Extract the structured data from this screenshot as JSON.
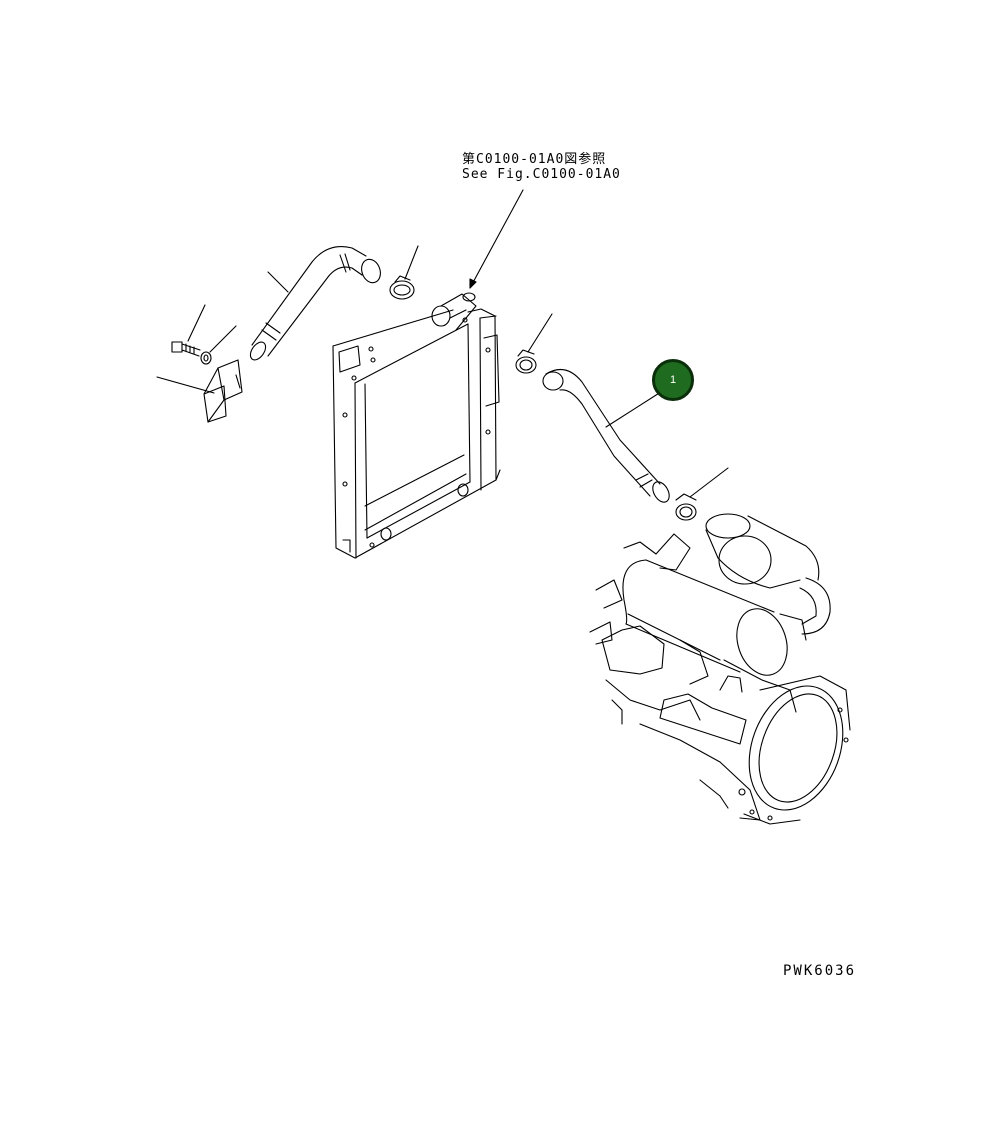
{
  "reference": {
    "line_jp": "第C0100-01A0図参照",
    "line_en": "See Fig.C0100-01A0"
  },
  "callouts": [
    {
      "label": "1",
      "color": "#1f6b1f"
    }
  ],
  "drawing_code": "PWK6036"
}
